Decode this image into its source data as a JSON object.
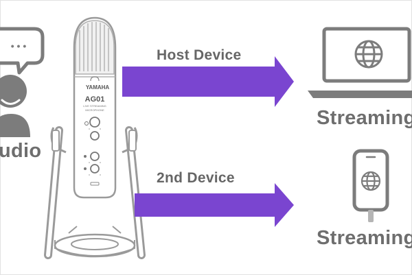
{
  "person": {
    "label": "udio",
    "bubble_dots": "• • •"
  },
  "microphone": {
    "brand": "YAMAHA",
    "model": "AG01",
    "sub_label_1": "LIVE STREAMING",
    "sub_label_2": "MICROPHONE"
  },
  "arrows": [
    {
      "label": "Host Device"
    },
    {
      "label": "2nd Device"
    }
  ],
  "devices": [
    {
      "type": "laptop",
      "label": "Streaming"
    },
    {
      "type": "smartphone",
      "label": "Streaming"
    }
  ],
  "colors": {
    "arrow": "#7a45d0",
    "icon_gray": "#7c7c7c",
    "icon_light": "#b5b5b5",
    "text_gray": "#666666"
  }
}
